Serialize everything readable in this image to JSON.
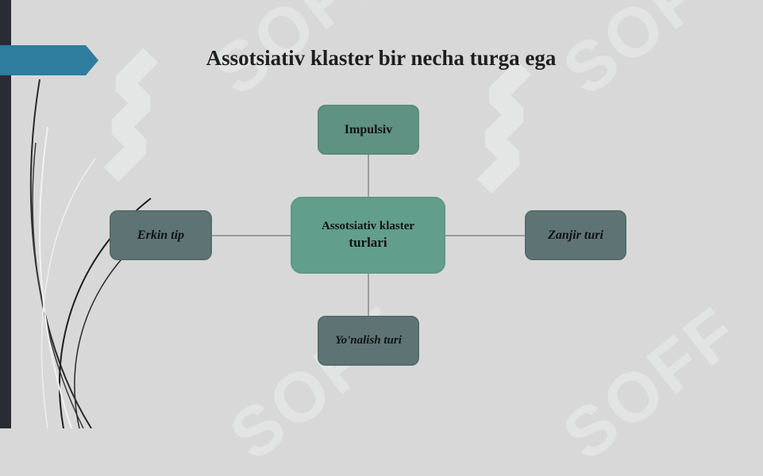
{
  "slide": {
    "title": "Assotsiativ klaster bir necha turga ega"
  },
  "diagram": {
    "center": {
      "line1": "Assotsiativ klaster",
      "line2": "turlari"
    },
    "top": "Impulsiv",
    "left": "Erkin tip",
    "right": "Zanjir turi",
    "bottom": "Yo'nalish turi"
  },
  "watermark": {
    "text": "SOFF"
  },
  "colors": {
    "background": "#d8d8d8",
    "accent_arrow": "#2e7c9e",
    "center_node": "#629e8c",
    "top_node": "#5f9283",
    "gray_nodes": "#5e7474",
    "left_bar": "#2b2b36"
  }
}
